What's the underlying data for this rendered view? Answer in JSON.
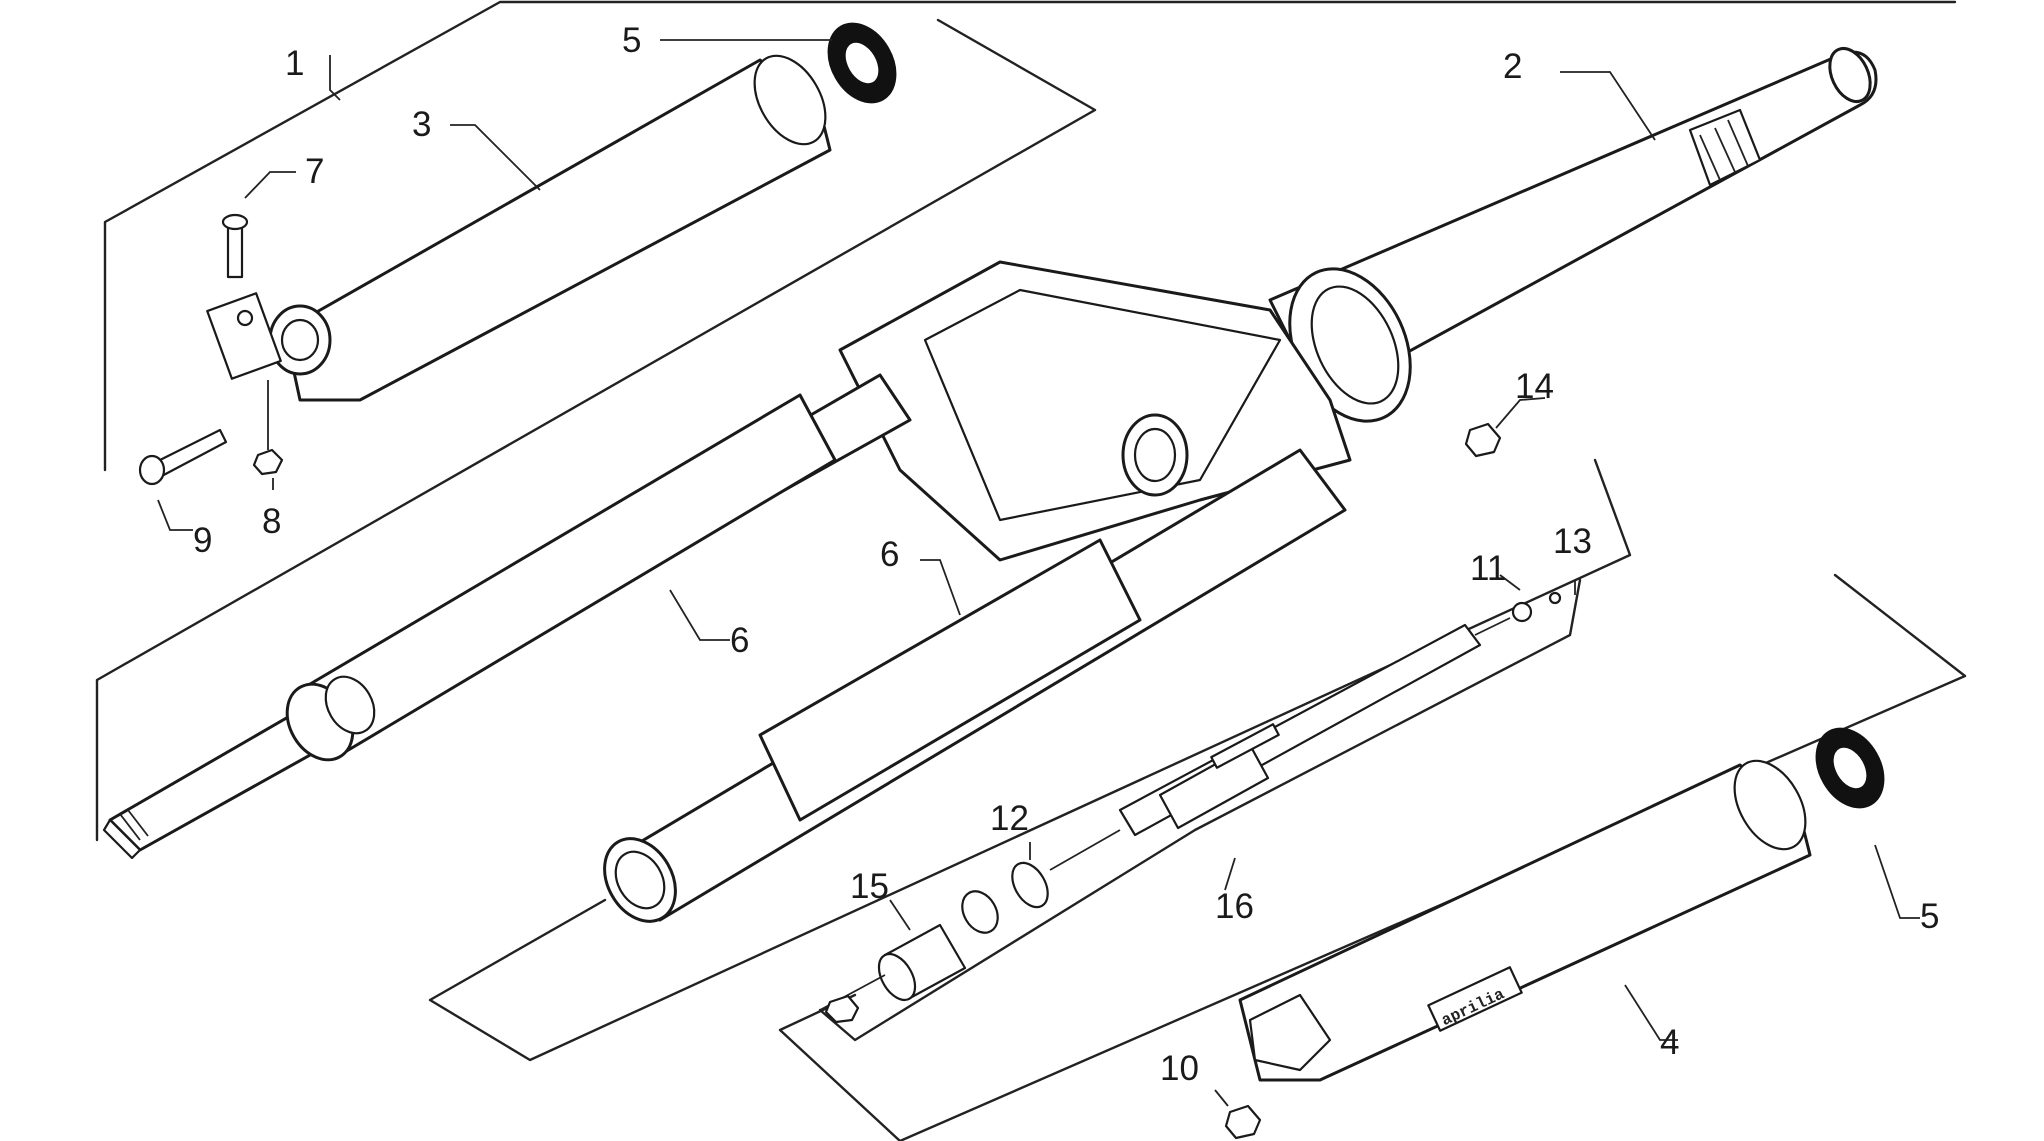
{
  "callouts": [
    {
      "id": "c1",
      "label": "1"
    },
    {
      "id": "c2",
      "label": "2"
    },
    {
      "id": "c3",
      "label": "3"
    },
    {
      "id": "c4",
      "label": "4"
    },
    {
      "id": "c5a",
      "label": "5"
    },
    {
      "id": "c5b",
      "label": "5"
    },
    {
      "id": "c6a",
      "label": "6"
    },
    {
      "id": "c6b",
      "label": "6"
    },
    {
      "id": "c7",
      "label": "7"
    },
    {
      "id": "c8",
      "label": "8"
    },
    {
      "id": "c9",
      "label": "9"
    },
    {
      "id": "c10",
      "label": "10"
    },
    {
      "id": "c11",
      "label": "11"
    },
    {
      "id": "c12",
      "label": "12"
    },
    {
      "id": "c13",
      "label": "13"
    },
    {
      "id": "c14",
      "label": "14"
    },
    {
      "id": "c15",
      "label": "15"
    },
    {
      "id": "c16",
      "label": "16"
    }
  ],
  "slider_brand": "aprilia"
}
